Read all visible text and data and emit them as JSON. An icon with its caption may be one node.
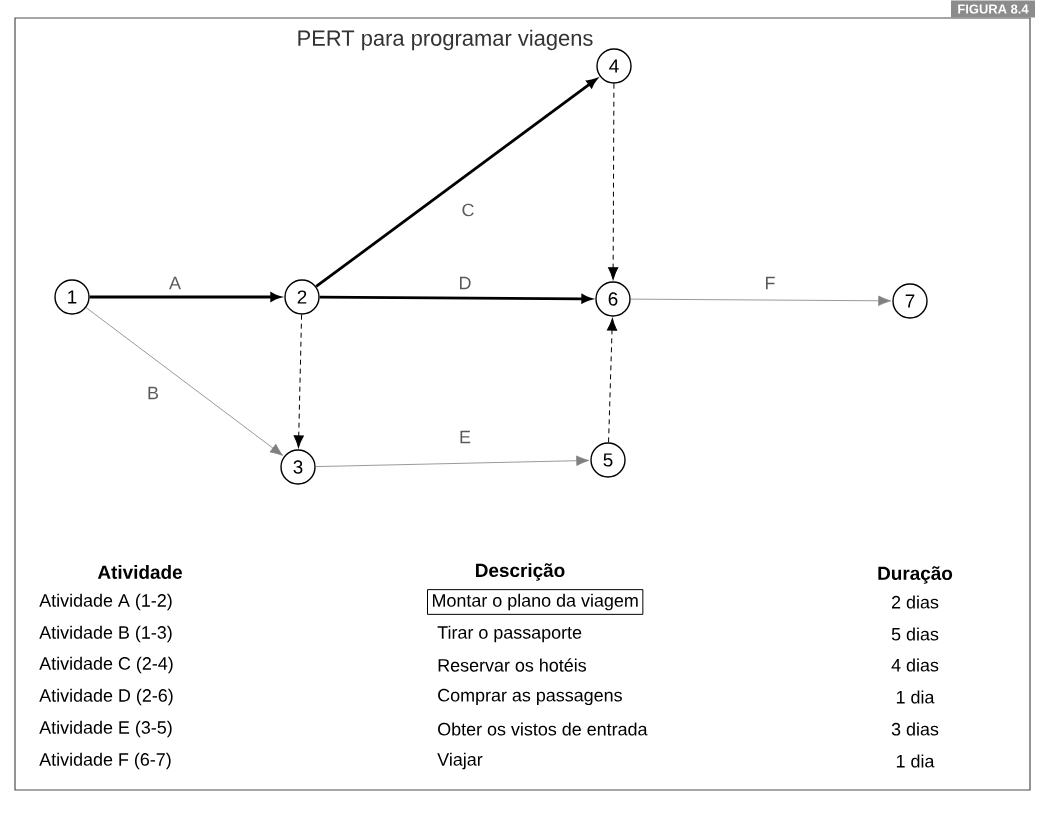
{
  "diagram": {
    "title": "PERT para programar viagens",
    "nodes": [
      {
        "text": [
          "1"
        ]
      },
      {
        "text": [
          "2"
        ]
      },
      {
        "text": [
          "3"
        ]
      },
      {
        "text": [
          "4"
        ]
      },
      {
        "text": [
          "5"
        ]
      },
      {
        "text": [
          "6"
        ]
      },
      {
        "text": [
          "7"
        ]
      },
      {
        "text": [
          "Montar o plano da viagem"
        ]
      }
    ],
    "edges": [
      {
        "from": 0,
        "to": 1,
        "arrow": "to",
        "label": "A",
        "style": "thick"
      },
      {
        "from": 0,
        "to": 2,
        "arrow": "to",
        "label": "B",
        "color": "#808080"
      },
      {
        "from": 1,
        "to": 3,
        "arrow": "to",
        "label": "C",
        "style": "thick"
      },
      {
        "from": 1,
        "to": 5,
        "arrow": "to",
        "label": "D",
        "style": "thick"
      },
      {
        "from": 2,
        "to": 4,
        "arrow": "to",
        "label": "E",
        "color": "#808080"
      },
      {
        "from": 5,
        "to": 6,
        "arrow": "to",
        "label": "F",
        "color": "#808080"
      },
      {
        "from": 1,
        "to": 2,
        "arrow": "to",
        "style": "dashed"
      },
      {
        "from": 3,
        "to": 5,
        "arrow": "to",
        "style": "dashed"
      },
      {
        "from": 4,
        "to": 5,
        "arrow": "to",
        "style": "dashed"
      }
    ],
    "labels": [
      "FIGURA 8.4",
      "Atividade",
      "Descrição",
      "Duração",
      "Atividade A (1-2)",
      "2 dias",
      "Atividade B (1-3)",
      "Tirar o passaporte",
      "5 dias",
      "Atividade C (2-4)",
      "Reservar os hotéis",
      "4 dias",
      "Atividade D (2-6)",
      "Comprar as passagens",
      "1 dia",
      "Atividade E (3-5)",
      "Obter os vistos de entrada",
      "3 dias",
      "Atividade F (6-7)",
      "Viajar",
      "1 dia"
    ]
  }
}
